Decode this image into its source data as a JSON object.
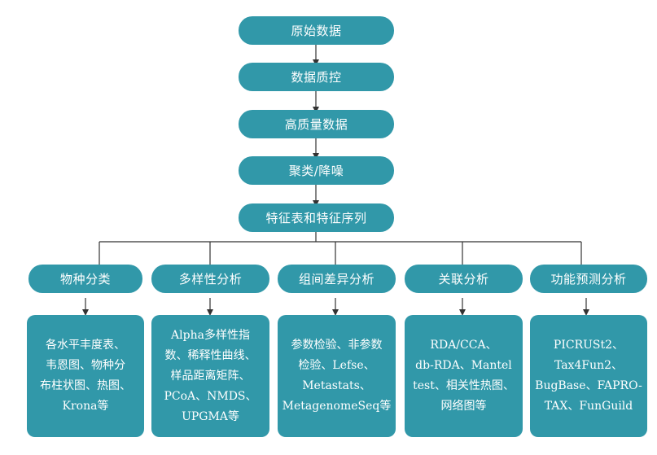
{
  "colors": {
    "node_fill": "#3198a9",
    "text": "#ffffff",
    "connector": "#333333"
  },
  "pipeline": [
    {
      "label": "原始数据"
    },
    {
      "label": "数据质控"
    },
    {
      "label": "高质量数据"
    },
    {
      "label": "聚类/降噪"
    },
    {
      "label": "特征表和特征序列"
    }
  ],
  "branches": [
    {
      "label": "物种分类",
      "detail_lines": [
        "各水平丰度表、",
        "韦恩图、物种分",
        "布柱状图、热图、",
        "Krona等"
      ]
    },
    {
      "label": "多样性分析",
      "detail_lines": [
        "Alpha多样性指",
        "数、稀释性曲线、",
        "样品距离矩阵、",
        "PCoA、NMDS、",
        "UPGMA等"
      ]
    },
    {
      "label": "组间差异分析",
      "detail_lines": [
        "参数检验、非参数",
        "检验、Lefse、",
        "Metastats、",
        "MetagenomeSeq等"
      ]
    },
    {
      "label": "关联分析",
      "detail_lines": [
        "RDA/CCA、",
        "db-RDA、Mantel",
        "test、相关性热图、",
        "网络图等"
      ]
    },
    {
      "label": "功能预测分析",
      "detail_lines": [
        "PICRUSt2、",
        "Tax4Fun2、",
        "BugBase、FAPRO-",
        "TAX、FunGuild"
      ]
    }
  ]
}
